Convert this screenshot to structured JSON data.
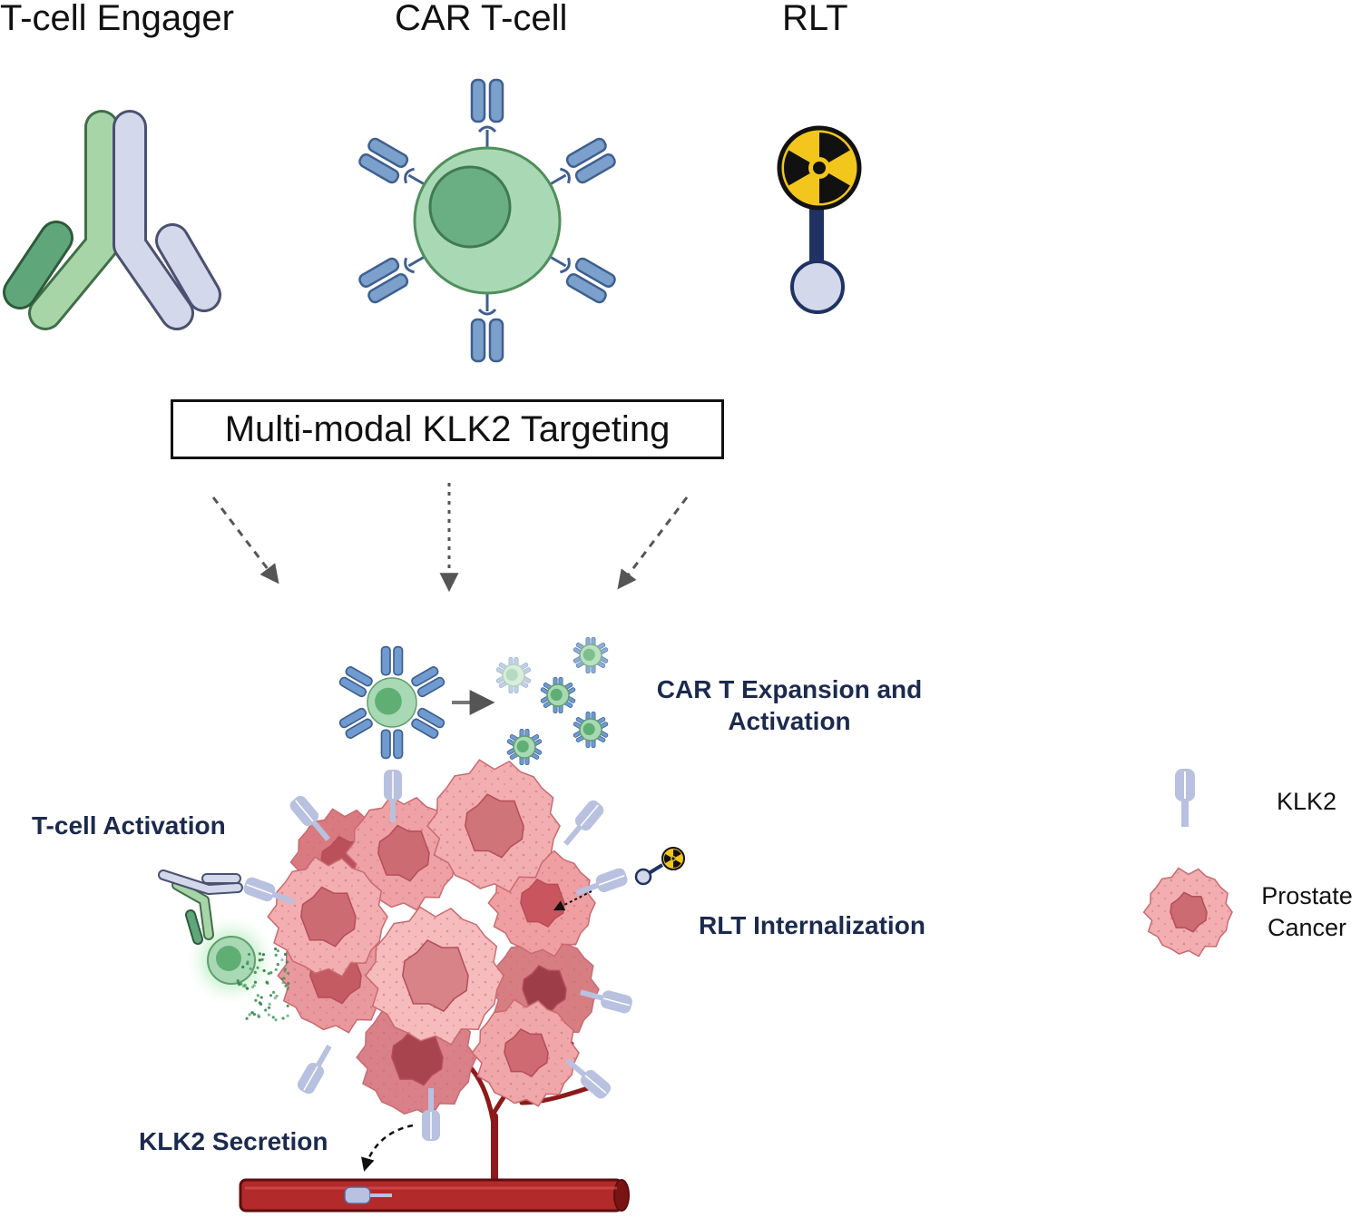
{
  "headers": {
    "tce": "T-cell Engager",
    "cart": "CAR T-cell",
    "rlt": "RLT"
  },
  "targeting_box": "Multi-modal KLK2 Targeting",
  "labels": {
    "car_expansion_line1": "CAR T Expansion and",
    "car_expansion_line2": "Activation",
    "tcell_activation": "T-cell Activation",
    "rlt_internalization": "RLT Internalization",
    "klk2_secretion": "KLK2 Secretion"
  },
  "legend": {
    "klk2": "KLK2",
    "prostate_line1": "Prostate",
    "prostate_line2": "Cancer"
  },
  "colors": {
    "label_navy": "#1b2a4e",
    "tce_green": "#a8d5a8",
    "tce_dark_green": "#5fa77a",
    "tce_lavender": "#d3d8ea",
    "cart_body": "#a9d9b4",
    "cart_nucleus": "#6aaf84",
    "car_receptor": "#7ba0cc",
    "radiation_yellow": "#f2c61c",
    "rlt_stem": "#1f3263",
    "tumor_pink": "#f2a8a8",
    "tumor_dark": "#c9626a",
    "vessel_red": "#b22a2a"
  }
}
